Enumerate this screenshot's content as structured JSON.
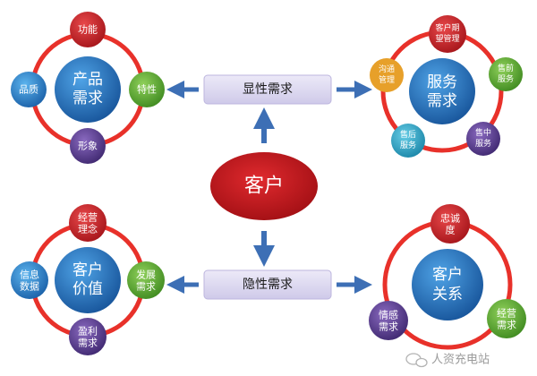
{
  "core": {
    "label": "客户"
  },
  "boxes": {
    "explicit": "显性需求",
    "implicit": "隐性需求"
  },
  "product": {
    "center": [
      "产品",
      "需求"
    ],
    "function": "功能",
    "trait": "特性",
    "image": "形象",
    "quality": "品质"
  },
  "service": {
    "center": [
      "服务",
      "需求"
    ],
    "expect": [
      "客户期",
      "望管理"
    ],
    "presale": [
      "售前",
      "服务"
    ],
    "insale": [
      "售中",
      "服务"
    ],
    "aftersale": [
      "售后",
      "服务"
    ],
    "communicate": [
      "沟通",
      "管理"
    ]
  },
  "value": {
    "center": [
      "客户",
      "价值"
    ],
    "philosophy": [
      "经营",
      "理念"
    ],
    "develop": [
      "发展",
      "需求"
    ],
    "profit": [
      "盈利",
      "需求"
    ],
    "info": [
      "信息",
      "数据"
    ]
  },
  "relation": {
    "center": [
      "客户",
      "关系"
    ],
    "loyalty": [
      "忠诚",
      "度"
    ],
    "business": [
      "经营",
      "需求"
    ],
    "emotion": [
      "情感",
      "需求"
    ]
  },
  "watermark": "人资充电站",
  "colors": {
    "ring": "#e8312a",
    "center_blue": "#1f6fbf",
    "node_red": "#c8222a",
    "node_green": "#5ba431",
    "node_purple": "#5a3d8f",
    "node_blue": "#1f7bc4",
    "node_teal": "#2a9fbf",
    "core_red": "#c2161b",
    "box_fill": "#dcd8f0",
    "arrow": "#3d6fb5"
  }
}
